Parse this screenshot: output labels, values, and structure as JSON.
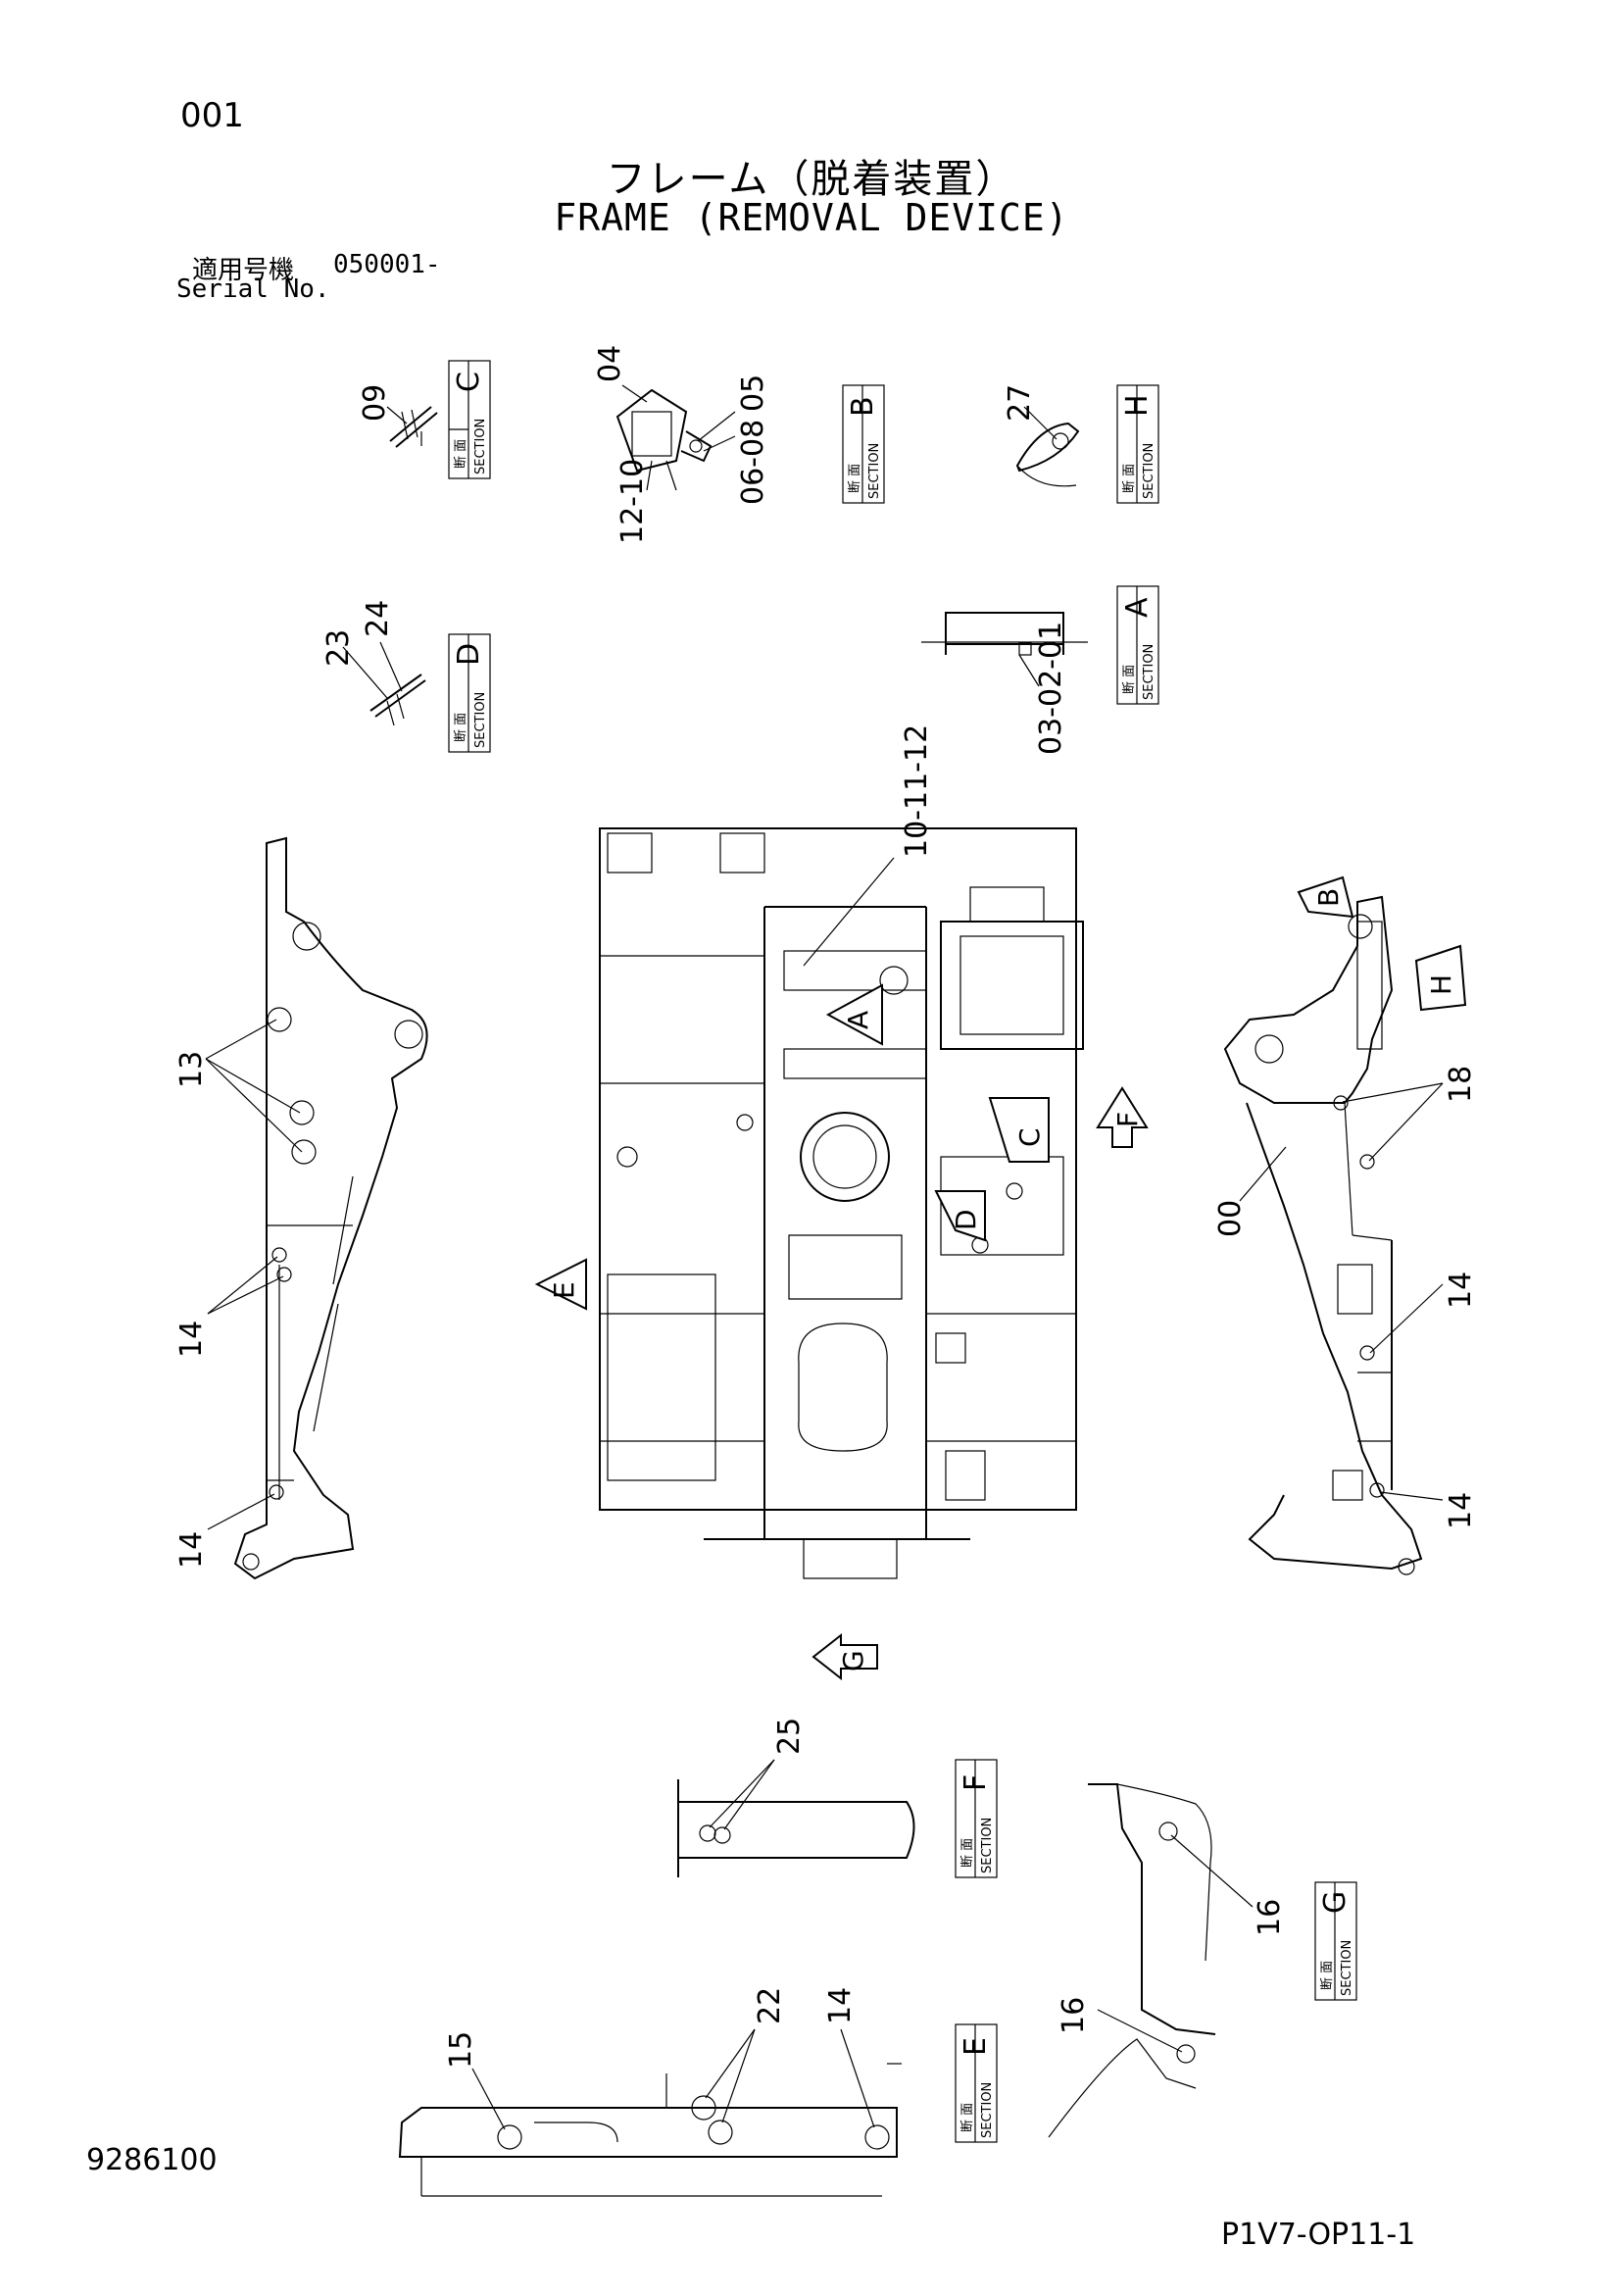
{
  "header": {
    "page_no": "001",
    "title_jp": "フレーム（脱着装置）",
    "title_en": "FRAME (REMOVAL DEVICE)",
    "serial_label_jp": "適用号機",
    "serial_value": "050001-",
    "serial_label_en": "Serial No."
  },
  "footer": {
    "drawing_no": "9286100",
    "page_code": "P1V7-OP11-1"
  },
  "sections": {
    "label_jp": "断 面",
    "label_en": "SECTION",
    "letters": [
      "C",
      "B",
      "H",
      "D",
      "A",
      "F",
      "G",
      "E"
    ]
  },
  "view_markers": [
    "A",
    "B",
    "C",
    "D",
    "E",
    "F",
    "G",
    "H"
  ],
  "callouts": {
    "c09": "09",
    "c04": "04",
    "c05": "05",
    "c06_08": "06-08",
    "c12_10": "12-10",
    "c27": "27",
    "c23": "23",
    "c24": "24",
    "c03_01": "03-02-01",
    "c10_12": "10-11-12",
    "c13": "13",
    "c14a": "14",
    "c14b": "14",
    "c18": "18",
    "c00": "00",
    "c14c": "14",
    "c14d": "14",
    "c25": "25",
    "c16a": "16",
    "c16b": "16",
    "c15": "15",
    "c22": "22",
    "c14e": "14"
  }
}
